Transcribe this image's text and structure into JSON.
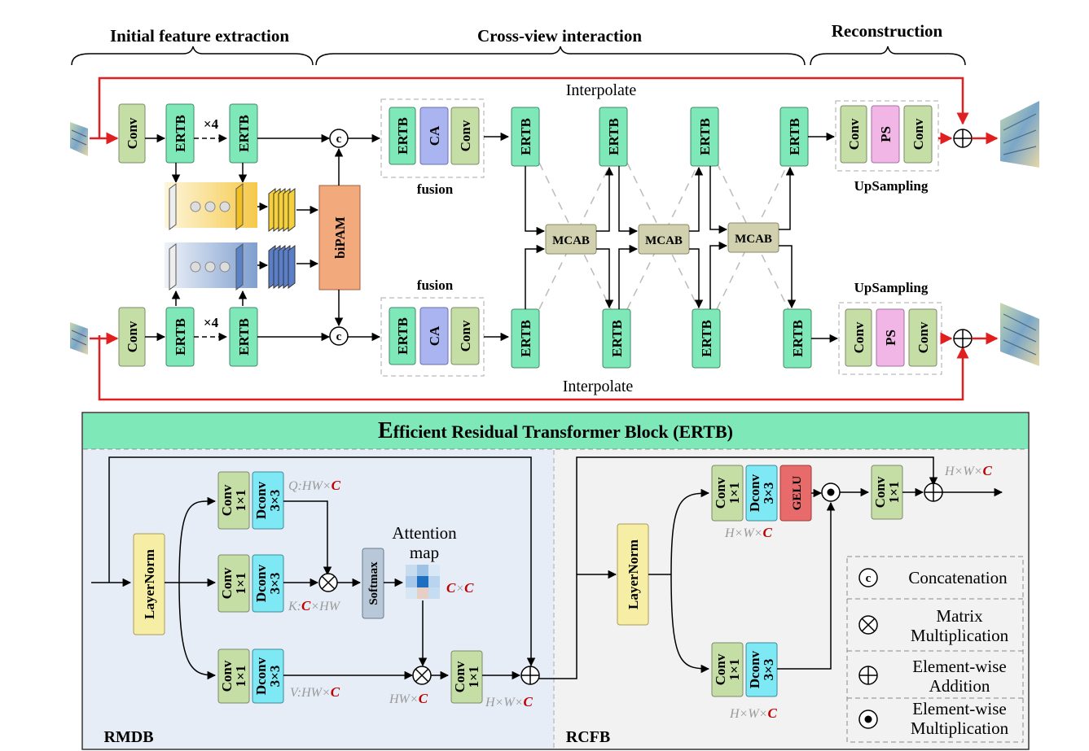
{
  "stages": {
    "initial": "Initial feature extraction",
    "cross": "Cross-view interaction",
    "recon": "Reconstruction"
  },
  "labels": {
    "interpolate": "Interpolate",
    "times4": "×4",
    "conv": "Conv",
    "ertb": "ERTB",
    "ca": "CA",
    "ps": "PS",
    "mcab": "MCAB",
    "bipam": "biPAM",
    "fusion": "fusion",
    "upsampling": "UpSampling",
    "concat_symbol": "c"
  },
  "ertb_block": {
    "title_cap": "E",
    "title_rest": "fficient Residual Transformer Block (ERTB)",
    "rmdb": "RMDB",
    "rcfb": "RCFB",
    "layernorm": "LayerNorm",
    "conv1x1_a": "Conv",
    "conv1x1_b": "1×1",
    "dconv_a": "Dconv",
    "dconv_b": "3×3",
    "softmax": "Softmax",
    "gelu": "GELU",
    "attn_map_1": "Attention",
    "attn_map_2": "map",
    "q_label": "Q:HW×",
    "k_label_a": "K:",
    "k_label_b": "×HW",
    "v_label": "V:HW×",
    "c": "C",
    "cxc_a": "C",
    "cxc_b": "×",
    "hw_label": "HW×",
    "hwc_label": "H×W×"
  },
  "legend": {
    "concat": "Concatenation",
    "matmul_1": "Matrix",
    "matmul_2": "Multiplication",
    "add_1": "Element-wise",
    "add_2": "Addition",
    "mul_1": "Element-wise",
    "mul_2": "Multiplication"
  },
  "colors": {
    "conv": "#c5dea5",
    "ertb": "#7ee8b8",
    "ca": "#a9b4f0",
    "ps": "#f2b6e6",
    "mcab": "#d1d1b0",
    "bipam": "#f2a97c",
    "dconv": "#7fe8f5",
    "gelu": "#e86b6b",
    "layernorm": "#f7eea6",
    "softmax": "#b9c8d8",
    "arrow_red": "#e02020",
    "ertb_header": "#7ee8b8",
    "rmdb_bg": "#e6edf7",
    "rcfb_bg": "#f2f2f2"
  }
}
